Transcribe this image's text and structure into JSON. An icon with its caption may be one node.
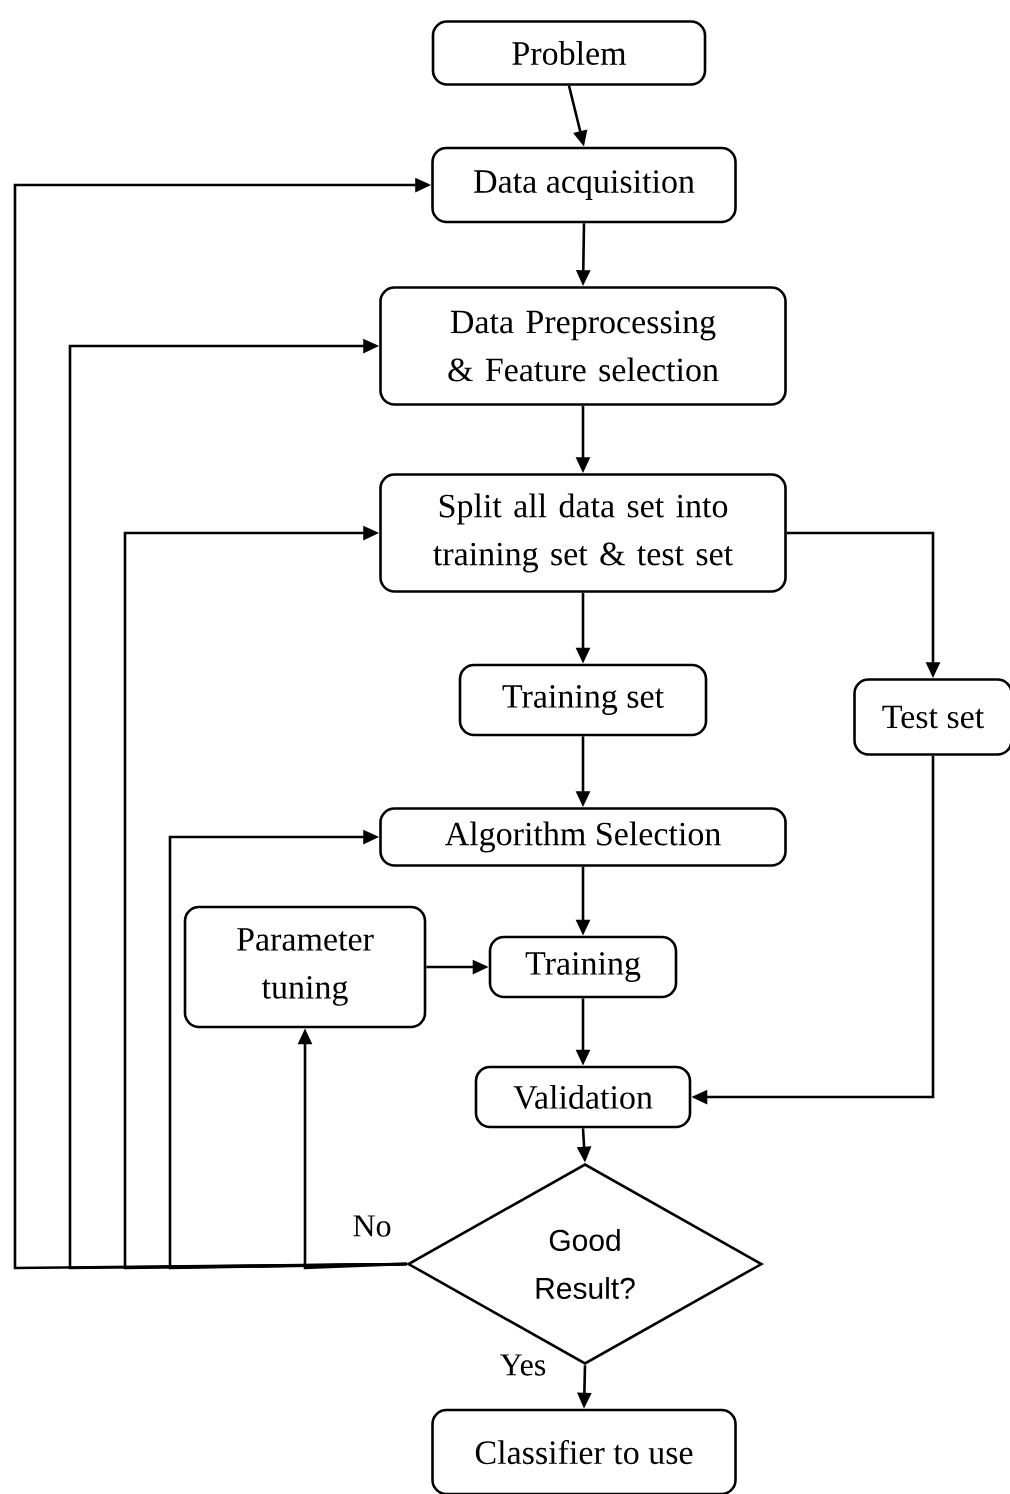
{
  "diagram": {
    "nodes": [
      {
        "text": [
          "Problem"
        ]
      },
      {
        "text": [
          "Data acquisition"
        ]
      },
      {
        "text": [
          "Data Preprocessing & Feature selection"
        ]
      },
      {
        "text": [
          "Split all data set into training set & test set"
        ]
      },
      {
        "text": [
          "Training set"
        ]
      },
      {
        "text": [
          "Test set"
        ]
      },
      {
        "text": [
          "Algorithm Selection"
        ]
      },
      {
        "text": [
          "Parameter tuning"
        ]
      },
      {
        "text": [
          "Training"
        ]
      },
      {
        "text": [
          "Validation"
        ]
      },
      {
        "text": [
          "Good Result?"
        ]
      },
      {
        "text": [
          "Classifier to use"
        ]
      }
    ],
    "edges": [
      {
        "from": 0,
        "to": 1,
        "arrow": "to"
      },
      {
        "from": 1,
        "to": 2,
        "arrow": "to"
      },
      {
        "from": 2,
        "to": 3,
        "arrow": "to"
      },
      {
        "from": 3,
        "to": 4,
        "arrow": "to"
      },
      {
        "from": 3,
        "to": 5,
        "arrow": "to"
      },
      {
        "from": 4,
        "to": 6,
        "arrow": "to"
      },
      {
        "from": 6,
        "to": 8,
        "arrow": "to"
      },
      {
        "from": 7,
        "to": 8,
        "arrow": "to"
      },
      {
        "from": 8,
        "to": 9,
        "arrow": "to"
      },
      {
        "from": 5,
        "to": 9,
        "arrow": "to"
      },
      {
        "from": 9,
        "to": 10,
        "arrow": "to"
      },
      {
        "from": 10,
        "to": 11,
        "label": "Yes",
        "arrow": "to"
      },
      {
        "from": 10,
        "to": 7,
        "label": "No",
        "arrow": "to"
      },
      {
        "from": 10,
        "to": 6,
        "arrow": "to"
      },
      {
        "from": 10,
        "to": 3,
        "arrow": "to"
      },
      {
        "from": 10,
        "to": 2,
        "arrow": "to"
      },
      {
        "from": 10,
        "to": 1,
        "arrow": "to"
      }
    ]
  }
}
